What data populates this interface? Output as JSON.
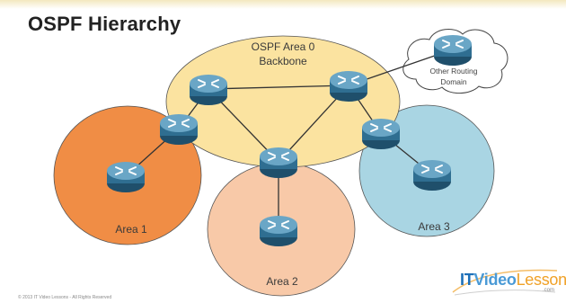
{
  "title": "OSPF Hierarchy",
  "areas": {
    "backbone": {
      "name": "OSPF Area 0",
      "subtitle": "Backbone",
      "color": "#fbe3a0"
    },
    "area1": {
      "name": "Area 1",
      "color": "#f08d45"
    },
    "area2": {
      "name": "Area 2",
      "color": "#f8c9a8"
    },
    "area3": {
      "name": "Area 3",
      "color": "#a9d5e3"
    }
  },
  "external": {
    "line1": "Other Routing",
    "line2": "Domain"
  },
  "router_icon": "router-icon",
  "footer": "© 2013 IT Video Lessons - All Rights Reserved",
  "brand": {
    "it": "IT",
    "video": "Video",
    "lessons": "Lessons",
    "domain": ".com"
  },
  "colors": {
    "router": "#2f6e91",
    "router_top": "#6aa6c6",
    "link": "#333333",
    "accent_orange": "#f0a127",
    "accent_blue": "#1d6fb8"
  }
}
